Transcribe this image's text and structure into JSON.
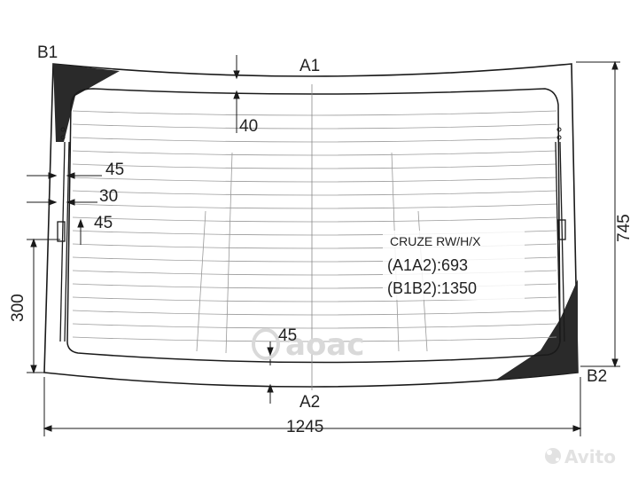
{
  "points": {
    "b1": "B1",
    "a1": "A1",
    "a2": "A2",
    "b2": "B2"
  },
  "dimensions": {
    "top_band": "40",
    "left_45_top": "45",
    "left_30": "30",
    "left_45_bottom": "45",
    "bottom_band": "45",
    "height_left": "300",
    "height_right": "745",
    "width_total": "1245"
  },
  "info": {
    "model": "CRUZE RW/H/X",
    "a1a2": "(A1A2):693",
    "b1b2": "(B1B2):1350"
  },
  "watermarks": {
    "center": "aoac",
    "corner": "Avito"
  },
  "colors": {
    "line": "#1a1a1a",
    "frit": "#2a2a2a",
    "heater": "#9a9a9a",
    "watermark": "#d9d9d9"
  }
}
